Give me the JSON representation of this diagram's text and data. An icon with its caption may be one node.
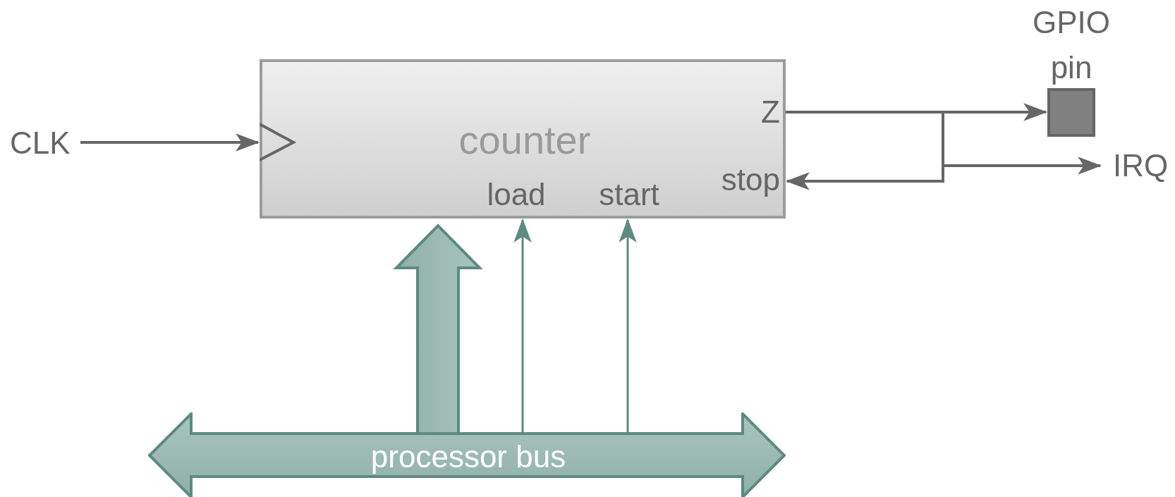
{
  "diagram": {
    "nodes": [
      {
        "text": [
          "CLK"
        ]
      },
      {
        "text": [
          "counter",
          "Z",
          "load",
          "start",
          "stop"
        ]
      },
      {
        "text": [
          "GPIO pin"
        ]
      },
      {
        "text": [
          "IRQ"
        ]
      },
      {
        "text": [
          "processor bus"
        ]
      }
    ],
    "edges": [
      {
        "from": 0,
        "to": 1,
        "arrow": "to"
      },
      {
        "from": 1,
        "to": 2,
        "arrow": "to"
      },
      {
        "from": 1,
        "to": 3,
        "arrow": "to"
      },
      {
        "from": 1,
        "to": 1,
        "arrow": "to"
      },
      {
        "from": 4,
        "to": 1,
        "arrow": "to",
        "style": "thick",
        "color": "#5e8a80"
      },
      {
        "from": 4,
        "to": 1,
        "arrow": "to",
        "color": "#5e8a80"
      },
      {
        "from": 4,
        "to": 1,
        "arrow": "to",
        "color": "#5e8a80"
      }
    ]
  }
}
